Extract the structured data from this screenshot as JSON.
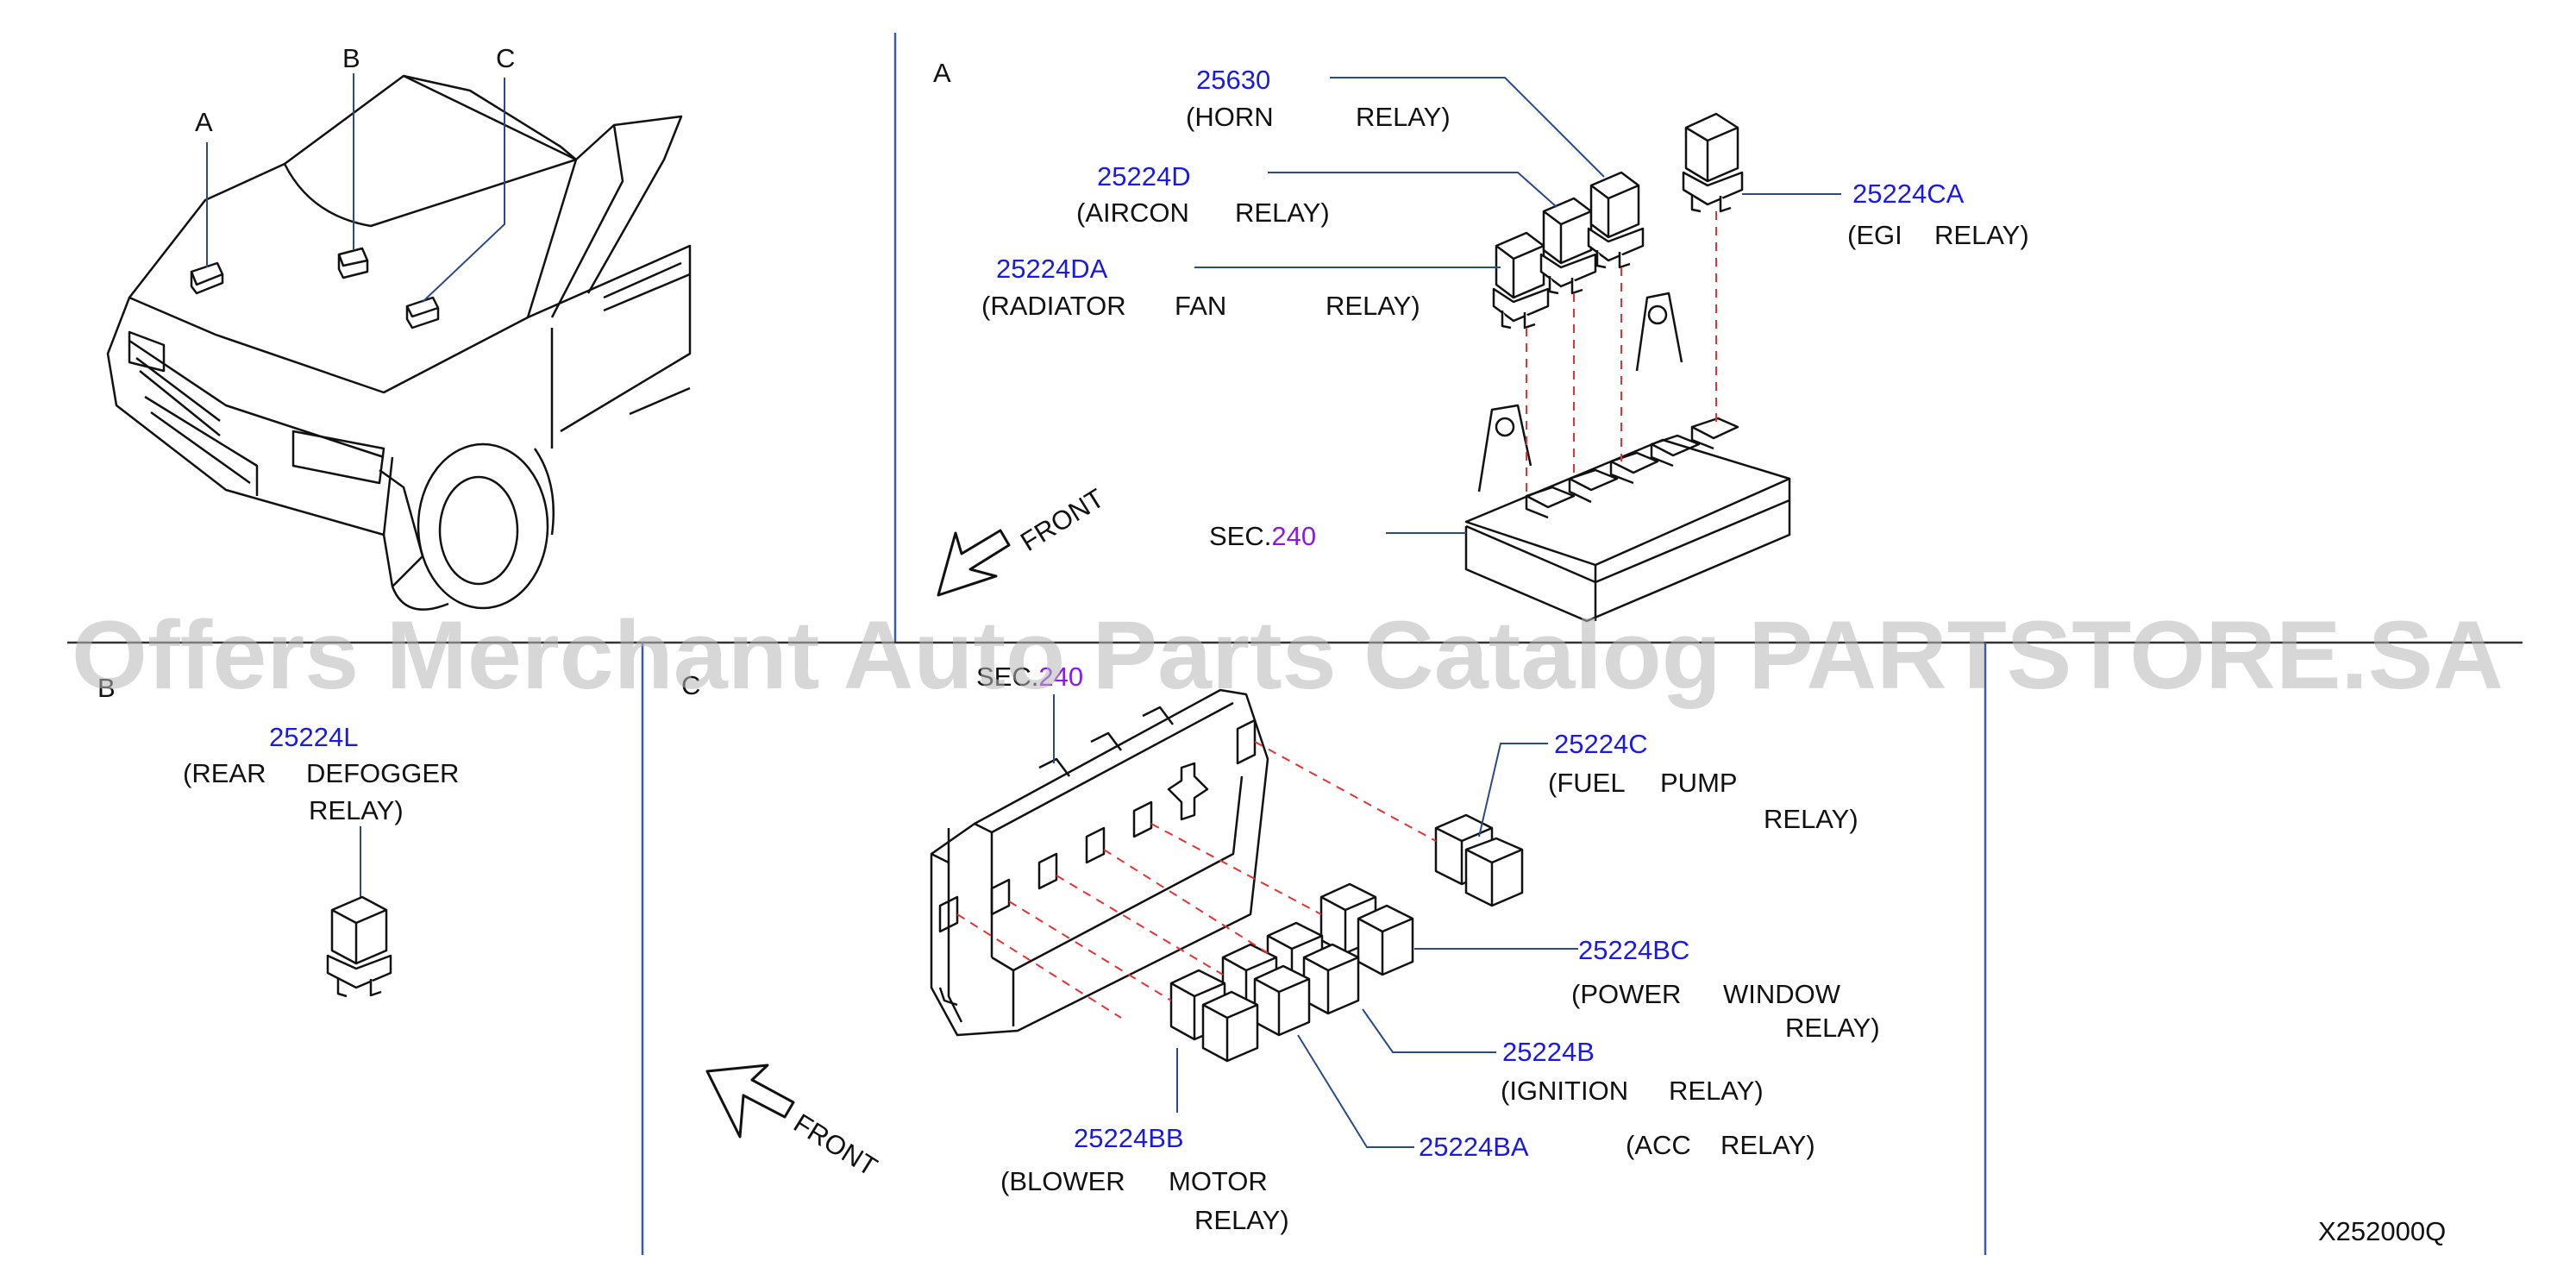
{
  "diagram_id": "X252000Q",
  "watermark": "Offers Merchant Auto Parts Catalog PARTSTORE.SA",
  "colors": {
    "part_number": "#1a1ae6",
    "section_number": "#8a1ae6",
    "text": "#111111",
    "leader_line": "#2a4a8a",
    "divider": "#3a5ab0",
    "dashed": "#e63232",
    "drawing": "#111111"
  },
  "vehicle": {
    "callouts": [
      "A",
      "B",
      "C"
    ]
  },
  "panel_a": {
    "title": "A",
    "front_label": "FRONT",
    "sec_prefix": "SEC.",
    "sec_number": "240",
    "parts": [
      {
        "number": "25630",
        "desc": [
          "(HORN",
          "RELAY)"
        ]
      },
      {
        "number": "25224D",
        "desc": [
          "(AIRCON",
          "RELAY)"
        ]
      },
      {
        "number": "25224DA",
        "desc": [
          "(RADIATOR",
          "FAN",
          "RELAY)"
        ]
      },
      {
        "number": "25224CA",
        "desc": [
          "(EGI",
          "RELAY)"
        ]
      }
    ]
  },
  "panel_b": {
    "title": "B",
    "parts": [
      {
        "number": "25224L",
        "desc_line1": [
          "(REAR",
          "DEFOGGER"
        ],
        "desc_line2": "RELAY)"
      }
    ]
  },
  "panel_c": {
    "title": "C",
    "front_label": "FRONT",
    "sec_prefix": "SEC.",
    "sec_number": "240",
    "parts": [
      {
        "number": "25224C",
        "desc_line1": [
          "(FUEL",
          "PUMP"
        ],
        "desc_line2": "RELAY)"
      },
      {
        "number": "25224BC",
        "desc_line1": [
          "(POWER",
          "WINDOW"
        ],
        "desc_line2": "RELAY)"
      },
      {
        "number": "25224B",
        "desc_line1": [
          "(IGNITION",
          "RELAY)"
        ]
      },
      {
        "number": "25224BA",
        "desc_line1": [
          "(ACC",
          "RELAY)"
        ]
      },
      {
        "number": "25224BB",
        "desc_line1": [
          "(BLOWER",
          "MOTOR"
        ],
        "desc_line2": "RELAY)"
      }
    ]
  }
}
